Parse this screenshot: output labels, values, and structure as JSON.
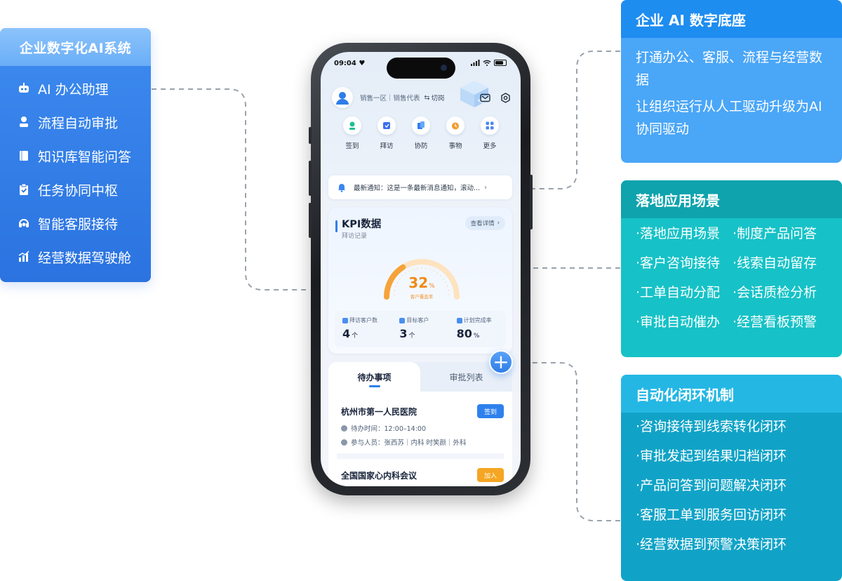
{
  "left_panel": {
    "title": "企业数字化AI系统",
    "items": [
      {
        "icon": "robot-icon",
        "label": "AI 办公助理"
      },
      {
        "icon": "person-stamp-icon",
        "label": "流程自动审批"
      },
      {
        "icon": "book-icon",
        "label": "知识库智能问答"
      },
      {
        "icon": "clipboard-check-icon",
        "label": "任务协同中枢"
      },
      {
        "icon": "headset-icon",
        "label": "智能客服接待"
      },
      {
        "icon": "bar-chart-icon",
        "label": "经营数据驾驶舱"
      }
    ]
  },
  "cards": {
    "ai_base": {
      "title": "企业 AI 数字底座",
      "lines": [
        "打通办公、客服、流程与经营数据",
        "让组织运行从人工驱动升级为AI 协同驱动"
      ]
    },
    "scenes": {
      "title": "落地应用场景",
      "items": [
        "·落地应用场景",
        "·制度产品问答",
        "·客户咨询接待",
        "·线索自动留存",
        "·工单自动分配",
        "·会话质检分析",
        "·审批自动催办",
        "·经营看板预警"
      ]
    },
    "loops": {
      "title": "自动化闭环机制",
      "items": [
        "·咨询接待到线索转化闭环",
        "·审批发起到结果归档闭环",
        "·产品问答到问题解决闭环",
        "·客服工单到服务回访闭环",
        "·经营数据到预警决策闭环"
      ]
    }
  },
  "phone": {
    "status_time": "09:04",
    "user_role": "销售一区｜销售代表",
    "switch_label": "切岗",
    "quick_menu": [
      {
        "icon": "checkin-icon",
        "label": "签到",
        "color": "#1fbf8f"
      },
      {
        "icon": "visit-icon",
        "label": "拜访",
        "color": "#3b6ff0"
      },
      {
        "icon": "assist-icon",
        "label": "协防",
        "color": "#2f80ed"
      },
      {
        "icon": "task-icon",
        "label": "事物",
        "color": "#f29a2e"
      },
      {
        "icon": "more-icon",
        "label": "更多",
        "color": "#4a86f0"
      }
    ],
    "notice": "最新通知：这是一条最新消息通知，滚动...",
    "kpi": {
      "title": "KPI数据",
      "subtitle": "拜访记录",
      "detail_label": "查看详情",
      "gauge_value": "32",
      "gauge_unit": "%",
      "gauge_caption": "客户覆盖率",
      "gauge_fraction": 0.32,
      "stats": [
        {
          "label": "拜访客户数",
          "value": "4",
          "unit": "个"
        },
        {
          "label": "目标客户",
          "value": "3",
          "unit": "个"
        },
        {
          "label": "计划完成率",
          "value": "80",
          "unit": "%"
        }
      ]
    },
    "tabs": [
      "待办事项",
      "审批列表"
    ],
    "todos": [
      {
        "title": "杭州市第一人民医院",
        "button": "签到",
        "button_color": "#2f80ed",
        "time": "待办时间：12:00–14:00",
        "people": "参与人员：张西苏｜内科  时笑颜｜外科"
      },
      {
        "title": "全国国家心内科会议",
        "button": "加入",
        "button_color": "#f5a623"
      }
    ]
  }
}
